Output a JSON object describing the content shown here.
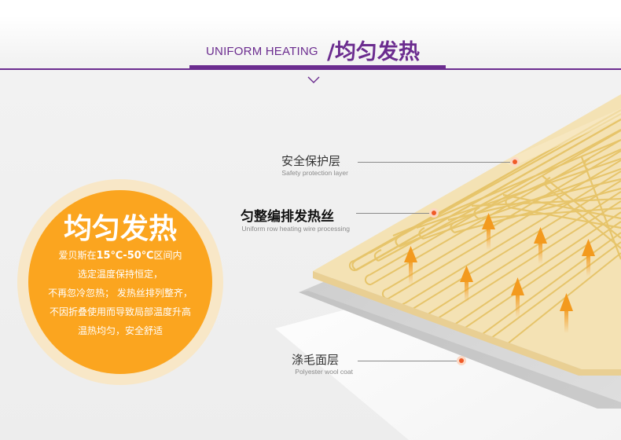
{
  "header": {
    "title_en": "UNIFORM HEATING",
    "title_cn": "/均匀发热"
  },
  "feature": {
    "title": "均匀发热",
    "line1_pre": "爱贝斯在",
    "line1_range": "15℃-50℃",
    "line1_post": "区间内",
    "line2": "选定温度保持恒定，",
    "line3": "不再忽冷忽热；  发热丝排列整齐，",
    "line4": "不因折叠使用而导致局部温度升高",
    "line5": "温热均匀，安全舒适"
  },
  "layers": [
    {
      "label_cn": "安全保护层",
      "label_en": "Safety protection layer"
    },
    {
      "label_cn": "匀整编排发热丝",
      "label_en": "Uniform row heating wire processing"
    },
    {
      "label_cn": "涤毛面层",
      "label_en": "Polyester wool coat"
    }
  ],
  "colors": {
    "brand_purple": "#6b2c8f",
    "feature_orange": "#fba51f",
    "feature_ring": "#f8e7c7",
    "pad_cream": "#f4e2b4",
    "wire_gold": "#e7c56b",
    "arrow_orange": "#f39a1e",
    "marker_red": "#f05a28"
  },
  "icons": {
    "chevron": "chevron-down-icon",
    "heat_arrow": "up-arrow-icon"
  }
}
